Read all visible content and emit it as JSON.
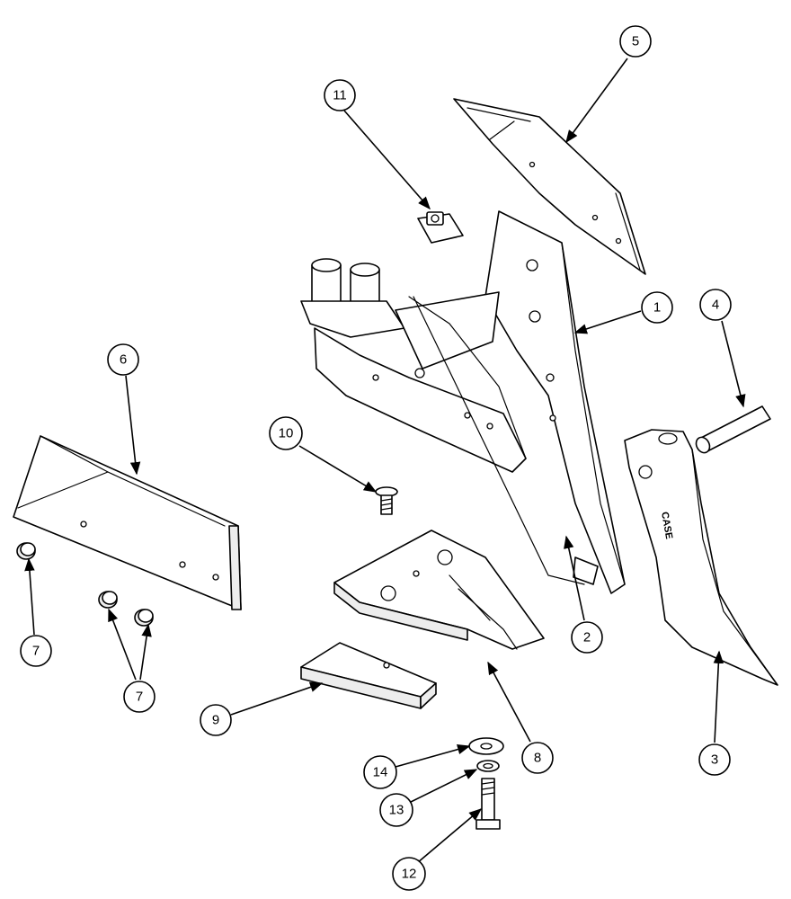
{
  "balloons": [
    {
      "label": "11"
    },
    {
      "label": "5"
    },
    {
      "label": "1"
    },
    {
      "label": "4"
    },
    {
      "label": "6"
    },
    {
      "label": "10"
    },
    {
      "label": "2"
    },
    {
      "label": "3"
    },
    {
      "label": "7"
    },
    {
      "label": "7"
    },
    {
      "label": "9"
    },
    {
      "label": "8"
    },
    {
      "label": "14"
    },
    {
      "label": "13"
    },
    {
      "label": "12"
    }
  ],
  "logo": "CASE"
}
